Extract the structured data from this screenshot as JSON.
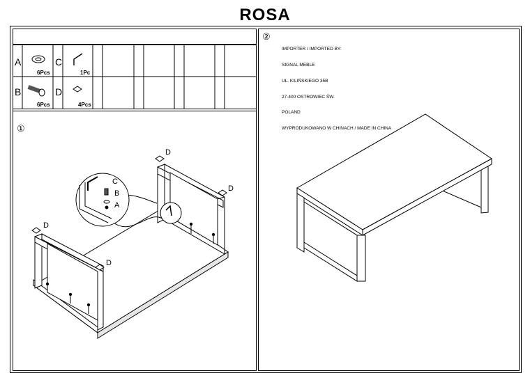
{
  "title": "ROSA",
  "parts": [
    {
      "letter": "A",
      "icon": "washer-icon",
      "qty": "6Pcs"
    },
    {
      "letter": "C",
      "icon": "allen-key-icon",
      "qty": "1Pc"
    },
    {
      "letter": "B",
      "icon": "bolt-icon",
      "qty": "6Pcs"
    },
    {
      "letter": "D",
      "icon": "foot-pad-icon",
      "qty": "4Pcs"
    }
  ],
  "steps": {
    "one": "①",
    "two": "②"
  },
  "importer": [
    "IMPORTER / IMPORTED BY:",
    "SIGNAL MEBLE",
    "UL. KILIŃSKIEGO 35B",
    "27-400 OSTROWIEC ŚW.",
    "POLAND",
    "WYPRODUKOWANO W CHINACH / MADE IN CHINA"
  ],
  "callouts": {
    "a": "A",
    "b": "B",
    "c": "C",
    "d": "D"
  },
  "colors": {
    "line": "#000000",
    "frame": "#444444",
    "background": "#ffffff"
  }
}
